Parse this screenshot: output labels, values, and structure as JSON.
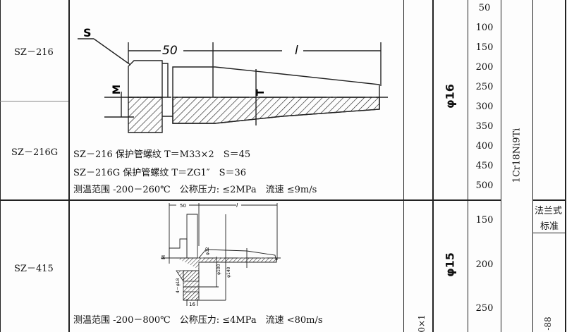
{
  "rows": [
    {
      "models": [
        "SZ－216",
        "SZ－216G"
      ],
      "drawing_labels": {
        "s": "S",
        "dim_50": "50",
        "dim_l": "l",
        "m": "M",
        "t": "T"
      },
      "specs": [
        "SZ－216 保护管螺纹 T＝M33×2　S＝45",
        "SZ－216G 保护管螺纹 T＝ZG1″　S＝36",
        "测温范围 -200－260℃　公称压力: ≤2MPa　流速 ≤9m/s"
      ],
      "diameter": "φ16",
      "lengths": [
        "50",
        "100",
        "150",
        "200",
        "250",
        "300",
        "350",
        "400",
        "450",
        "500"
      ]
    },
    {
      "models": [
        "SZ－415"
      ],
      "drawing_labels": {
        "dim_50": "50",
        "dim_l": "l",
        "m": "M",
        "d32": "φ32",
        "d100": "φ100",
        "d140": "φ140",
        "holes": "4－φ18",
        "thk": "16"
      },
      "specs": [
        "测温范围 -200－800℃　公称压力: ≤4MPa　流速 <80m/s"
      ],
      "diameter": "φ15",
      "lengths": [
        "150",
        "200",
        "250"
      ],
      "partial_col3": "0×1",
      "mount_type": "法兰式",
      "mount_std": "标准",
      "partial_col7": "-88"
    }
  ],
  "material": "1Cr18Ni9Ti"
}
